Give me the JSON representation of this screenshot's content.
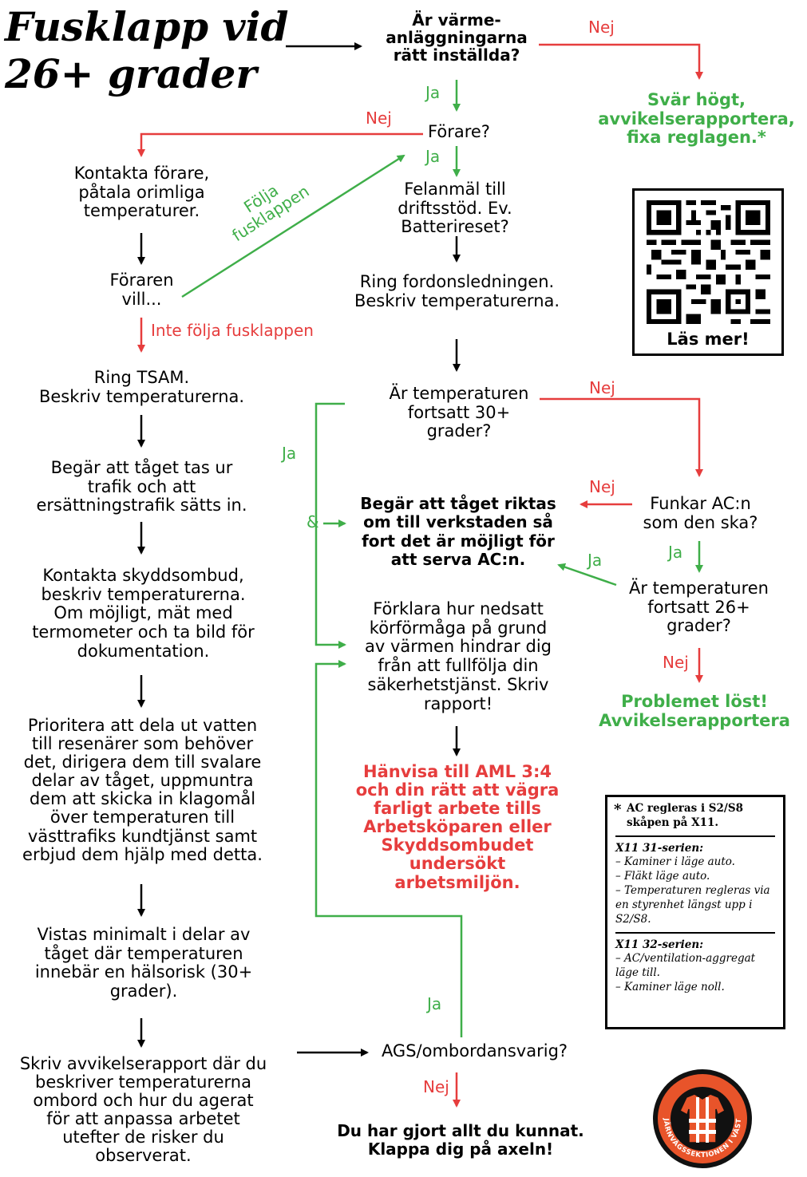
{
  "title": [
    "Fusklapp vid",
    "26+ grader"
  ],
  "nodes": {
    "q_heating": [
      "Är värme-",
      "anläggningarna",
      "rätt inställda?"
    ],
    "swear": [
      "Svär högt,",
      "avvikelserapportera,",
      "fixa reglagen.*"
    ],
    "q_driver": "Förare?",
    "contact_driver": [
      "Kontakta förare,",
      "påtala orimliga",
      "temperaturer."
    ],
    "report_fault": [
      "Felanmäl till",
      "driftsstöd. Ev.",
      "Batterireset?"
    ],
    "driver_wants": [
      "Föraren",
      "vill..."
    ],
    "call_fleet": [
      "Ring fordonsledningen.",
      "Beskriv temperaturerna."
    ],
    "call_tsam": [
      "Ring TSAM.",
      "Beskriv temperaturerna."
    ],
    "q_temp30": [
      "Är temperaturen",
      "fortsatt 30+",
      "grader?"
    ],
    "request_remove": [
      "Begär att tåget tas ur",
      "trafik och att",
      "ersättningstrafik sätts in."
    ],
    "request_workshop": [
      "Begär att tåget riktas",
      "om till verkstaden så",
      "fort det är möjligt för",
      "att serva AC:n."
    ],
    "q_ac": [
      "Funkar AC:n",
      "som den ska?"
    ],
    "contact_safety": [
      "Kontakta skyddsombud,",
      "beskriv temperaturerna.",
      "Om möjligt, mät med",
      "termometer och ta bild för",
      "dokumentation."
    ],
    "q_temp26": [
      "Är temperaturen",
      "fortsatt 26+",
      "grader?"
    ],
    "explain": [
      "Förklara hur nedsatt",
      "körförmåga på grund",
      "av värmen hindrar dig",
      "från att fullfölja din",
      "säkerhetstjänst. Skriv",
      "rapport!"
    ],
    "solved": [
      "Problemet löst!",
      "Avvikelserapportera"
    ],
    "prioritize": [
      "Prioritera att dela ut vatten",
      "till resenärer som behöver",
      "det, dirigera dem till svalare",
      "delar av tåget, uppmuntra",
      "dem att skicka in klagomål",
      "över temperaturen till",
      "västtrafiks kundtjänst samt",
      "erbjud dem hjälp med detta."
    ],
    "refer_aml": [
      "Hänvisa till AML 3:4",
      "och din rätt att vägra",
      "farligt arbete tills",
      "Arbetsköparen eller",
      "Skyddsombudet",
      "undersökt",
      "arbetsmiljön."
    ],
    "stay_min": [
      "Vistas minimalt i delar av",
      "tåget där temperaturen",
      "innebär en hälsorisk (30+",
      "grader)."
    ],
    "q_ags": "AGS/ombordansvarig?",
    "write_report": [
      "Skriv avvikelserapport där du",
      "beskriver temperaturerna",
      "ombord och hur du agerat",
      "för att anpassa arbetet",
      "utefter de risker du",
      "observerat."
    ],
    "done": [
      "Du har gjort allt du kunnat.",
      "Klappa dig på axeln!"
    ]
  },
  "labels": {
    "nej": "Nej",
    "ja": "Ja",
    "follow": [
      "Följa",
      "fusklappen"
    ],
    "not_follow": "Inte följa fusklappen",
    "and": "&"
  },
  "qr": {
    "label": "Läs mer!"
  },
  "note": {
    "star": "*",
    "heading": "AC regleras i S2/S8 skåpen på X11.",
    "s31_title": "X11 31-serien:",
    "s31_items": [
      "– Kaminer i läge auto.",
      "– Fläkt läge auto.",
      "– Temperaturen regleras via en styrenhet längst upp i S2/S8."
    ],
    "s32_title": "X11 32-serien:",
    "s32_items": [
      "– AC/ventilation-aggregat läge till.",
      "– Kaminer läge noll."
    ]
  },
  "logo": {
    "text": "JÄRNVÄGSSEKTIONEN I VÄST"
  },
  "colors": {
    "red": "#e63d3d",
    "green": "#3fae49",
    "black": "#000000",
    "logo_orange": "#e8542a"
  }
}
